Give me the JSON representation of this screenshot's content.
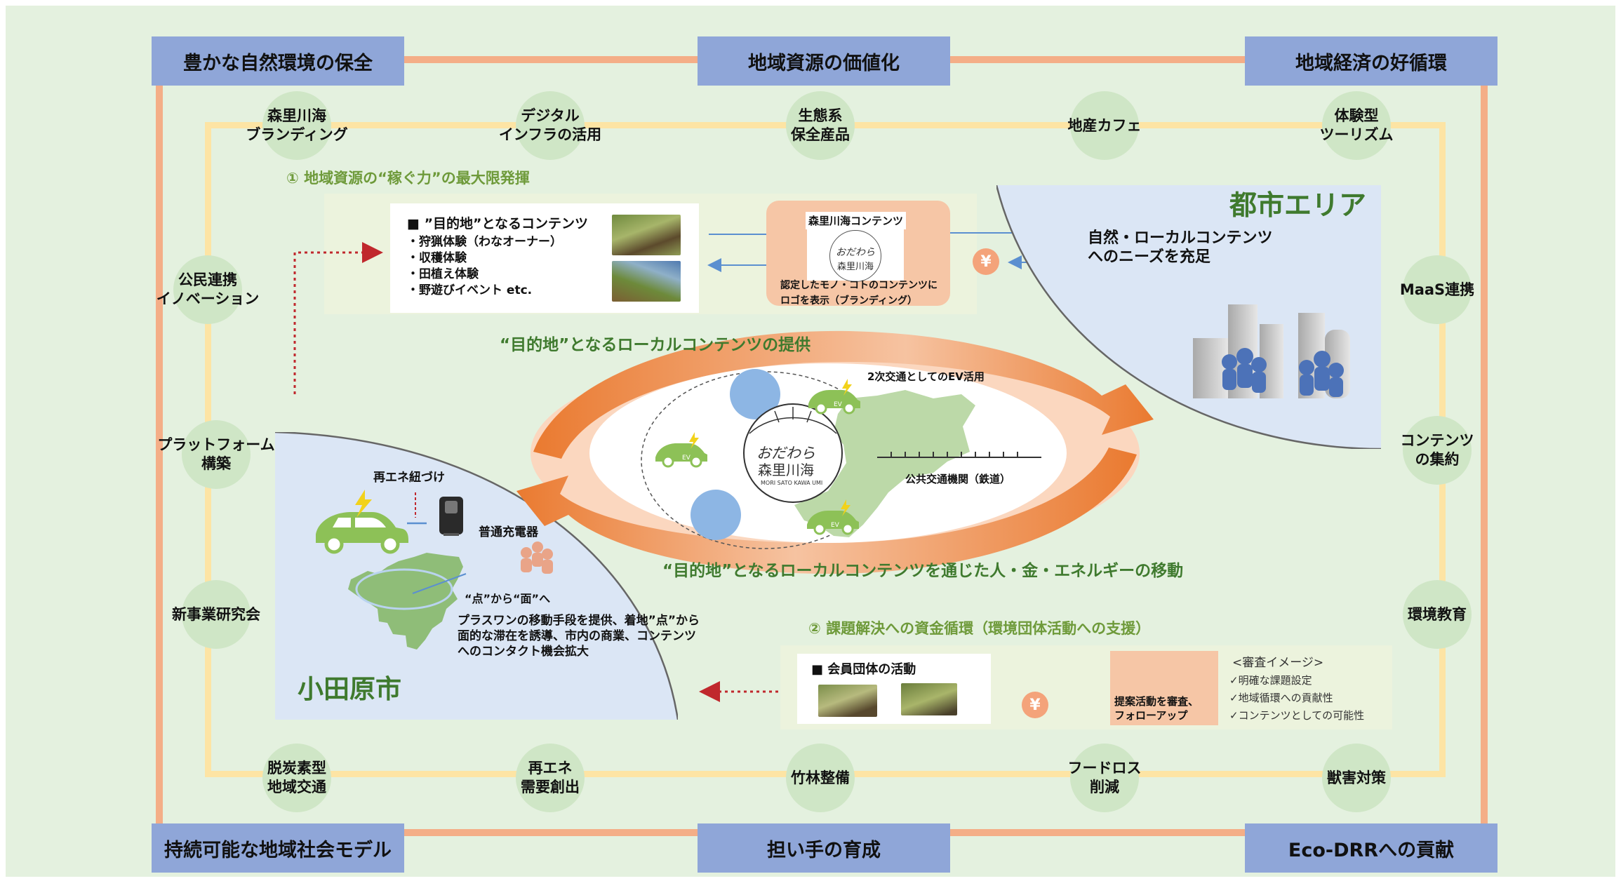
{
  "corners": {
    "top_left": "豊かな自然環境の保全",
    "top_center": "地域資源の価値化",
    "top_right": "地域経済の好循環",
    "bottom_left": "持続可能な地域社会モデル",
    "bottom_center": "担い手の育成",
    "bottom_right": "Eco-DRRへの貢献"
  },
  "circles": {
    "t1": "森里川海\nブランディング",
    "t2": "デジタル\nインフラの活用",
    "t3": "生態系\n保全産品",
    "t4": "地産カフェ",
    "t5": "体験型\nツーリズム",
    "l1": "公民連携\nイノベーション",
    "l2": "プラットフォーム\n構築",
    "l3": "新事業研究会",
    "r1": "MaaS連携",
    "r2": "コンテンツ\nの集約",
    "r3": "環境教育",
    "b1": "脱炭素型\n地域交通",
    "b2": "再エネ\n需要創出",
    "b3": "竹林整備",
    "b4": "フードロス\n削減",
    "b5": "獣害対策"
  },
  "section1": {
    "heading": "① 地域資源の“稼ぐ力”の最大限発揮",
    "box_title": "■ ”目的地”となるコンテンツ",
    "items": [
      "・狩猟体験（わなオーナー）",
      "・収穫体験",
      "・田植え体験",
      "・野遊びイベント etc."
    ],
    "logo_box_title": "森里川海コンテンツ",
    "logo_caption": "認定したモノ・コトのコンテンツに\nロゴを表示（ブランディング）",
    "yen": "¥"
  },
  "urban": {
    "title": "都市エリア",
    "text": "自然・ローカルコンテンツ\nへのニーズを充足"
  },
  "odawara": {
    "title": "小田原市",
    "renewable": "再エネ紐づけ",
    "charger": "普通充電器",
    "point_to_area": "“点”から“面”へ",
    "description": "プラスワンの移動手段を提供、着地”点”から\n面的な滞在を誘導、市内の商業、コンテンツ\nへのコンタクト機会拡大"
  },
  "cycle": {
    "top_label": "“目的地”となるローカルコンテンツの提供",
    "bottom_label": "“目的地”となるローカルコンテンツを通じた人・金・エネルギーの移動",
    "ev_label": "2次交通としてのEV活用",
    "rail_label": "公共交通機関（鉄道）",
    "ev_badge": "EV"
  },
  "logo": {
    "line1": "おだわら",
    "line2": "森里川海",
    "sub": "MORI SATO KAWA UMI"
  },
  "section2": {
    "heading": "② 課題解決への資金循環（環境団体活動への支援）",
    "box_title": "■ 会員団体の活動",
    "review": "提案活動を審査、\nフォローアップ",
    "review_header": "<審査イメージ>",
    "review_items": [
      "✓明確な課題設定",
      "✓地域循環への貢献性",
      "✓コンテンツとしての可能性"
    ],
    "yen": "¥"
  },
  "colors": {
    "frame_green": "#e4f1df",
    "outer_border": "#f4ae87",
    "inner_border": "#fde4a4",
    "corner_blue": "#8fa6d8",
    "circle_green": "#cfe6c6",
    "area_blue": "#dbe6f5",
    "arrow_orange": "#ea7a30",
    "heading_green": "#6e9a3a",
    "title_green": "#3f7a2e"
  }
}
